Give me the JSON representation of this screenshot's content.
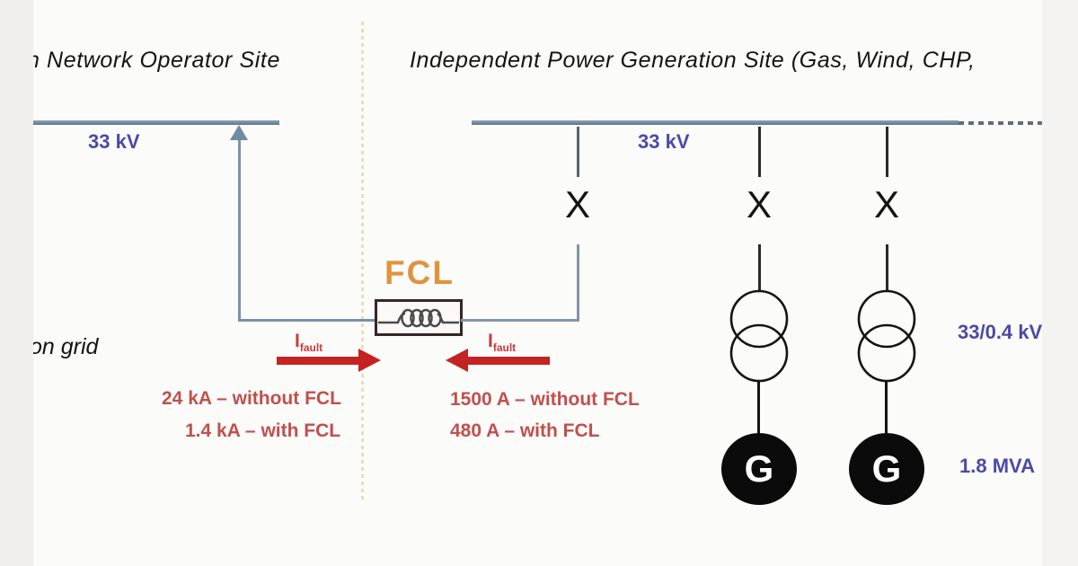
{
  "colors": {
    "busbar": "#6e88a2",
    "connector_blue": "#7b91a6",
    "connector_gray": "#8495a3",
    "divider_tan": "#e7dfba",
    "fcl_orange": "#e0933f",
    "fcl_box_border": "#362626",
    "arrow_red": "#c42323",
    "fault_text_red": "#c0504d",
    "voltage_blue": "#4a4aa8",
    "symbol_black": "#141414",
    "generator_fill": "#0b0b0b"
  },
  "sites": {
    "left": {
      "title": "n Network Operator Site",
      "busbar_voltage": "33 kV",
      "grid_label": "on grid",
      "fault_without": "24 kA – without FCL",
      "fault_with": "1.4 kA – with FCL"
    },
    "right": {
      "title": "Independent Power Generation Site (Gas, Wind, CHP,",
      "busbar_voltage": "33 kV",
      "fault_without": "1500 A – without FCL",
      "fault_with": "480 A – with FCL",
      "transformer_ratio": "33/0.4 kV",
      "generator_rating": "1.8 MVA"
    }
  },
  "fcl": {
    "label": "FCL"
  },
  "fault_arrow": {
    "base": "I",
    "sub": "fault"
  },
  "symbols": {
    "breakers": [
      "X",
      "X",
      "X"
    ],
    "generators": [
      "G",
      "G"
    ]
  }
}
